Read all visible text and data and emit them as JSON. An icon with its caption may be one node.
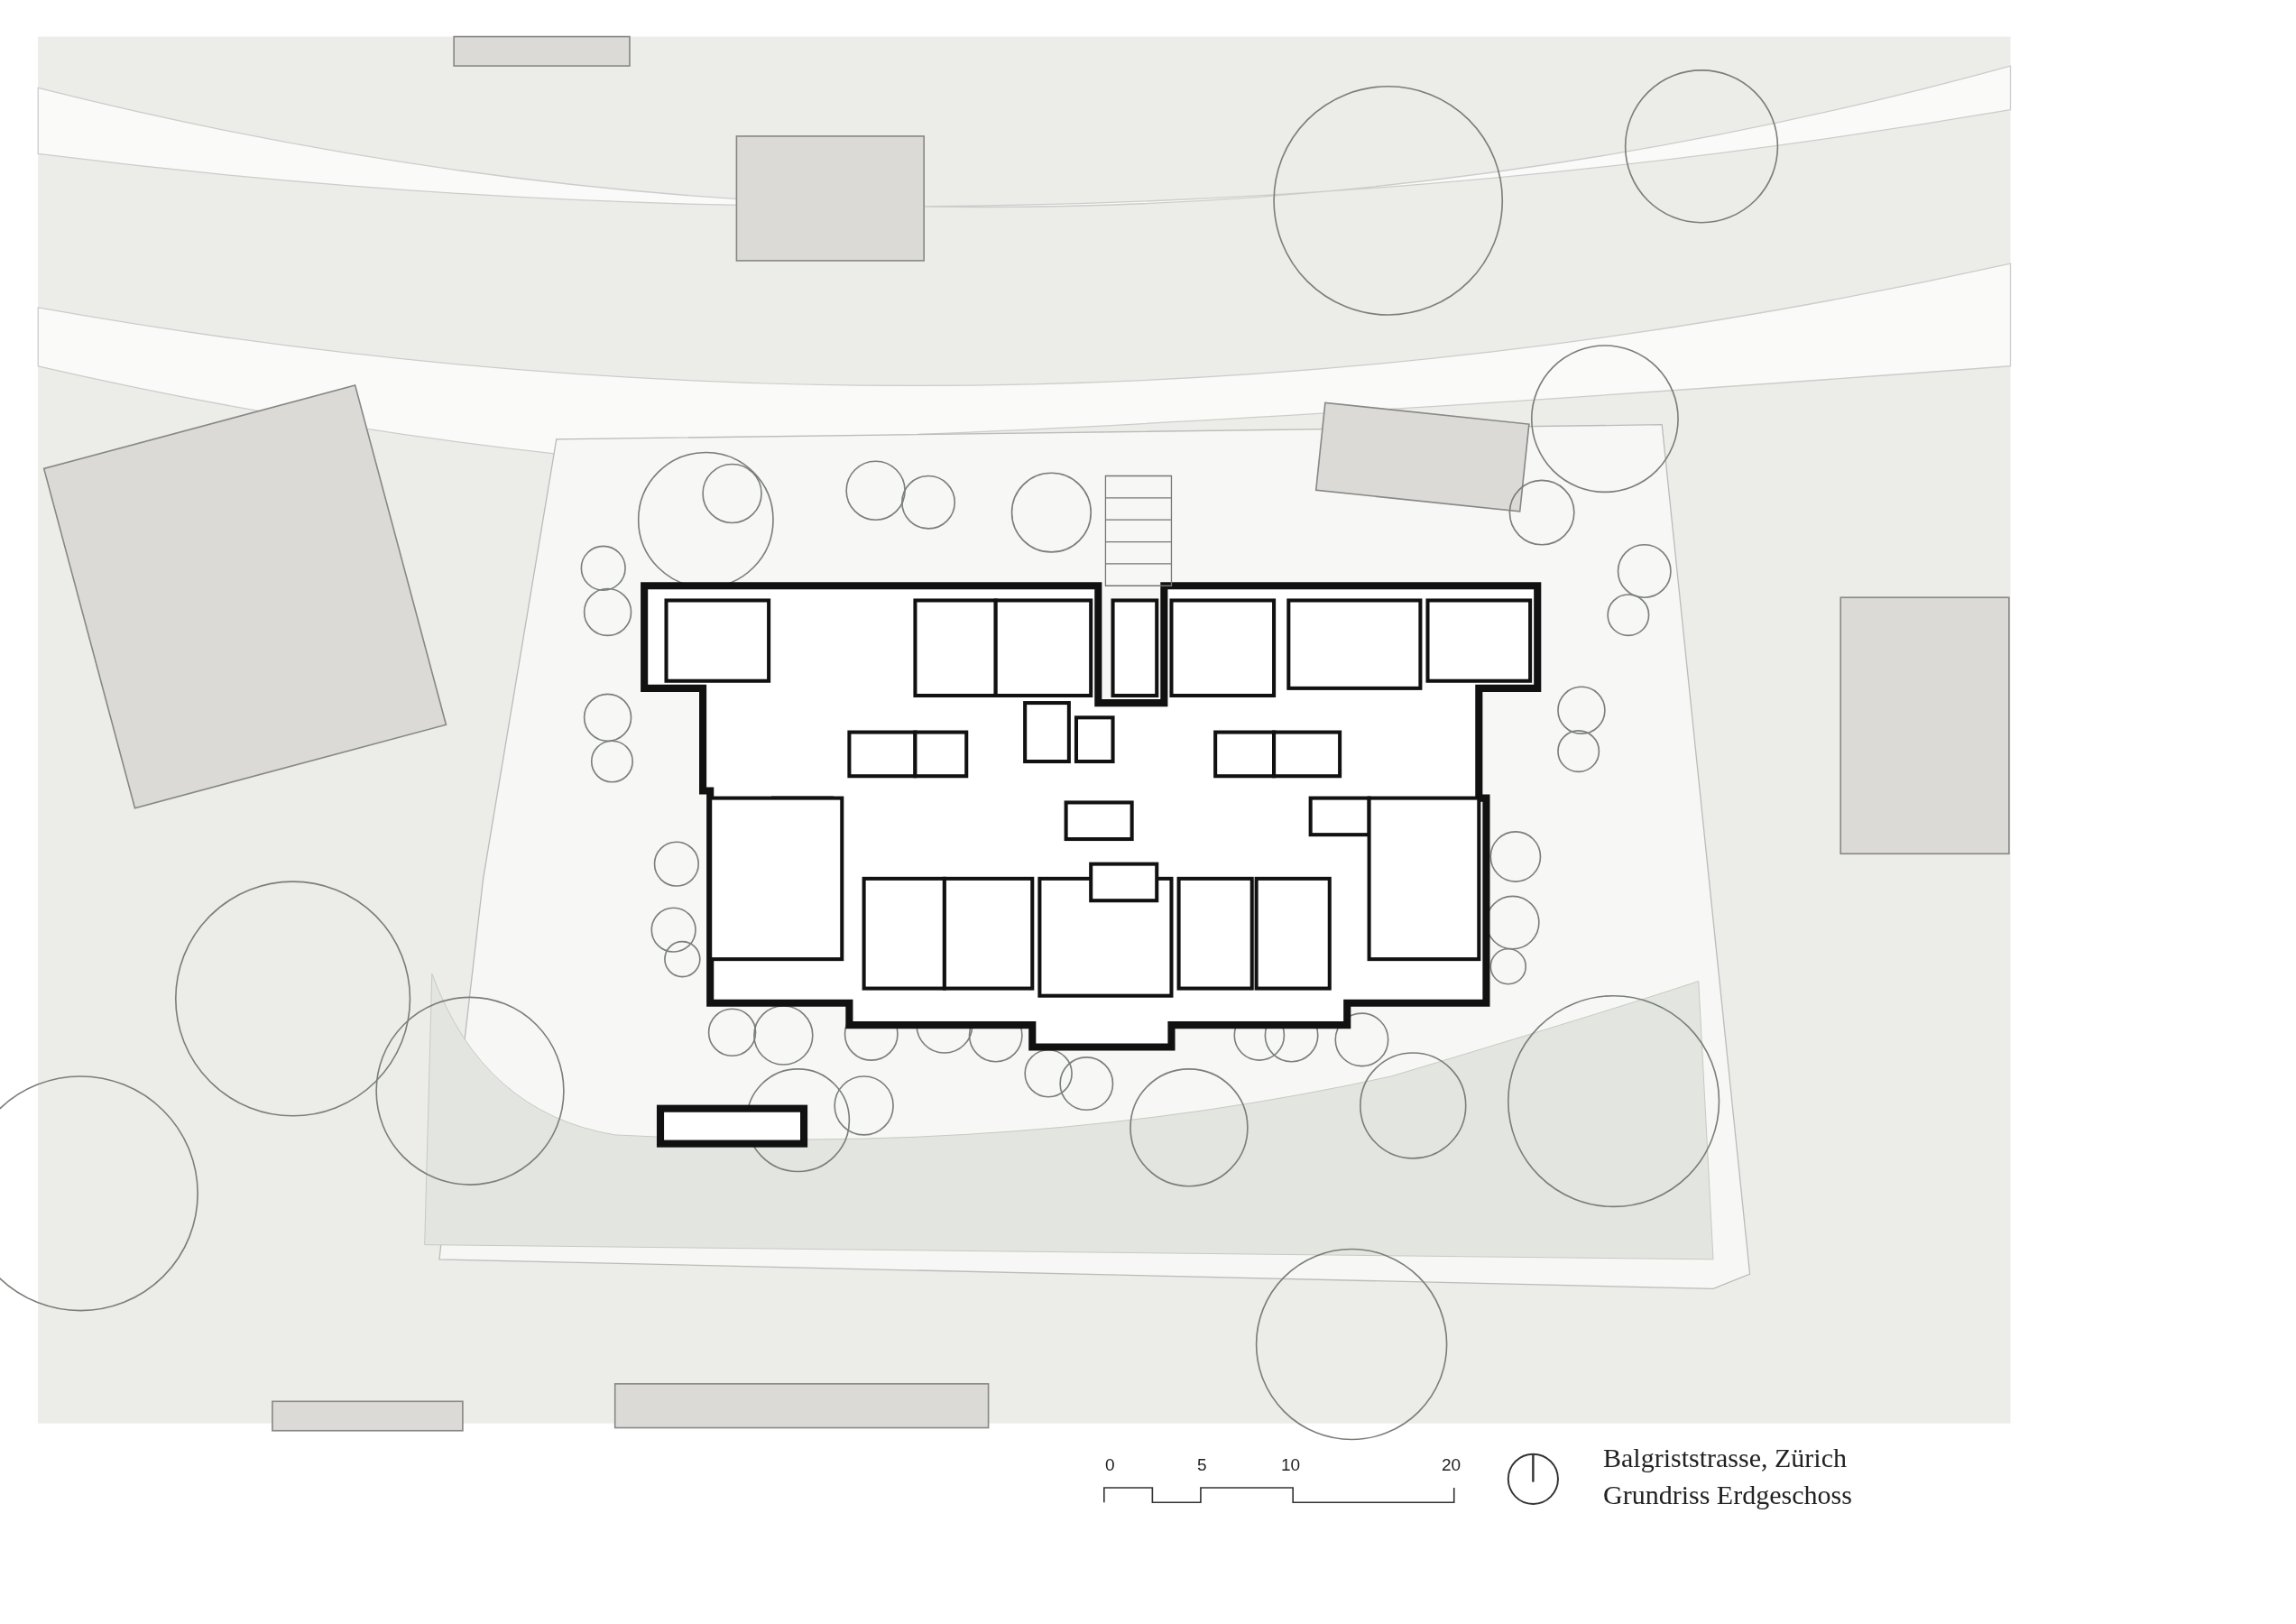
{
  "diagram": {
    "labels": [
      "0",
      "5",
      "10",
      "20",
      "Balgriststrasse, Zürich",
      "Grundriss Erdgeschoss"
    ]
  }
}
